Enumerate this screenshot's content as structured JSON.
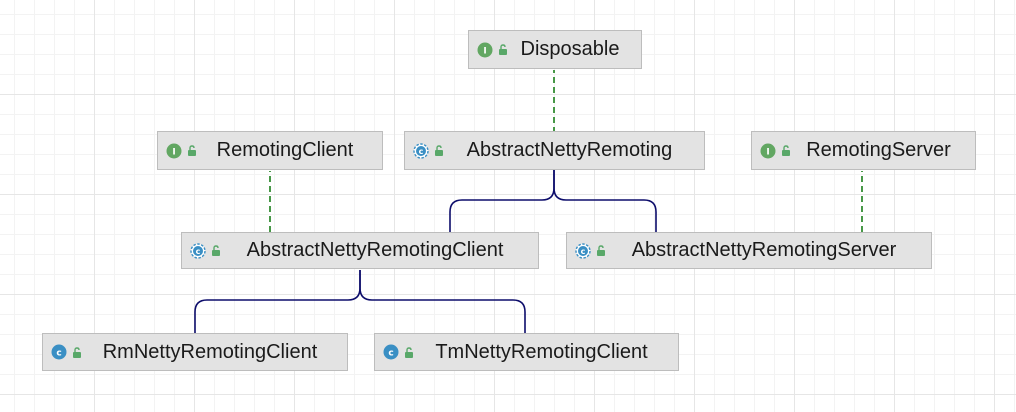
{
  "diagram": {
    "nodes": [
      {
        "id": "disposable",
        "label": "Disposable",
        "kind": "interface"
      },
      {
        "id": "remoting-client",
        "label": "RemotingClient",
        "kind": "interface"
      },
      {
        "id": "abstract-netty-remoting",
        "label": "AbstractNettyRemoting",
        "kind": "abstract-class"
      },
      {
        "id": "remoting-server",
        "label": "RemotingServer",
        "kind": "interface"
      },
      {
        "id": "abstract-netty-remoting-client",
        "label": "AbstractNettyRemotingClient",
        "kind": "abstract-class"
      },
      {
        "id": "abstract-netty-remoting-server",
        "label": "AbstractNettyRemotingServer",
        "kind": "abstract-class"
      },
      {
        "id": "rm-netty-remoting-client",
        "label": "RmNettyRemotingClient",
        "kind": "class"
      },
      {
        "id": "tm-netty-remoting-client",
        "label": "TmNettyRemotingClient",
        "kind": "class"
      }
    ],
    "edges": [
      {
        "from": "abstract-netty-remoting",
        "to": "disposable",
        "relation": "implements"
      },
      {
        "from": "abstract-netty-remoting-client",
        "to": "remoting-client",
        "relation": "implements"
      },
      {
        "from": "abstract-netty-remoting-server",
        "to": "remoting-server",
        "relation": "implements"
      },
      {
        "from": "abstract-netty-remoting-client",
        "to": "abstract-netty-remoting",
        "relation": "extends"
      },
      {
        "from": "abstract-netty-remoting-server",
        "to": "abstract-netty-remoting",
        "relation": "extends"
      },
      {
        "from": "rm-netty-remoting-client",
        "to": "abstract-netty-remoting-client",
        "relation": "extends"
      },
      {
        "from": "tm-netty-remoting-client",
        "to": "abstract-netty-remoting-client",
        "relation": "extends"
      }
    ],
    "colors": {
      "implements_edge": "#1a7f1a",
      "extends_edge": "#0d0d6b",
      "interface_icon": "#62a762",
      "class_icon": "#3a8fc4",
      "lock_icon": "#59a869"
    },
    "icons": {
      "interface": "interface-icon",
      "abstract-class": "abstract-class-icon",
      "class": "class-icon",
      "visibility": "public-lock-icon"
    }
  }
}
